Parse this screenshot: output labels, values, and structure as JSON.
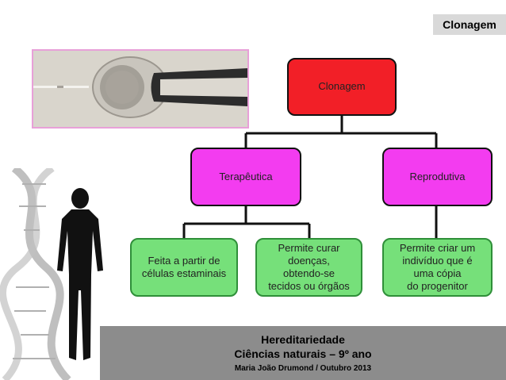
{
  "title_tag": "Clonagem",
  "diagram": {
    "root": "Clonagem",
    "left_branch": "Terapêutica",
    "right_branch": "Reprodutiva",
    "leaf_left": "Feita a partir de\ncélulas estaminais",
    "leaf_middle": "Permite curar\ndoenças,\nobtendo-se\ntecidos ou órgãos",
    "leaf_right": "Permite criar um\nindivíduo que é\numa cópia\ndo progenitor"
  },
  "footer": {
    "line1": "Hereditariedade",
    "line2": "Ciências naturais – 9º ano",
    "line3": "Maria João Drumond / Outubro 2013"
  },
  "colors": {
    "root": "#f21f27",
    "branch": "#f33cf0",
    "leaf": "#76e07a",
    "footer": "#8c8c8c"
  }
}
